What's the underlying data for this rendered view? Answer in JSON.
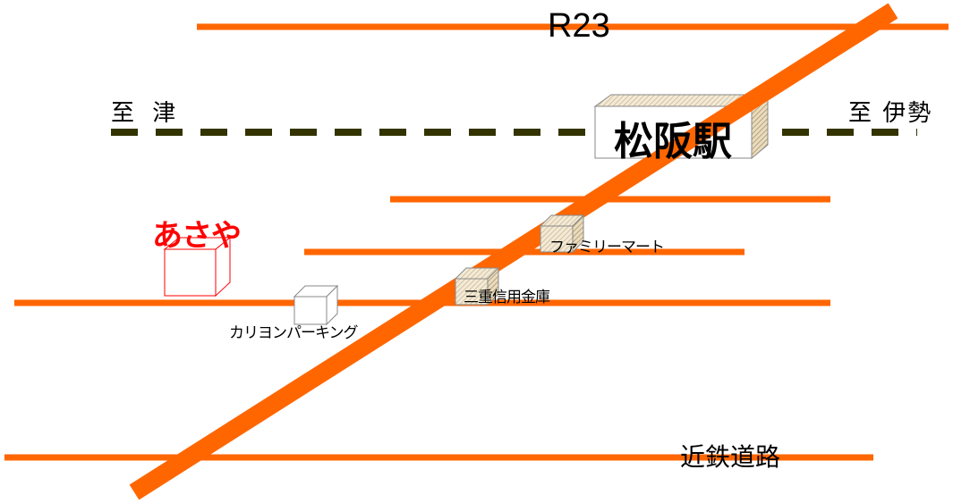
{
  "map": {
    "colors": {
      "road": "#ff6600",
      "railway": "#333300",
      "highlight": "#ff0000"
    },
    "roads": {
      "r23": "R23",
      "kintetsu_road": "近鉄道路"
    },
    "railway": {
      "to_west": "至 津",
      "to_east": "至 伊勢"
    },
    "station": {
      "name": "松阪駅"
    },
    "destination": {
      "name": "あさや"
    },
    "landmarks": {
      "family_mart": "ファミリーマート",
      "bank": "三重信用金庫",
      "parking": "カリヨンパーキング"
    },
    "icons": {
      "station": "building-box-icon",
      "destination": "building-box-icon",
      "landmark": "building-box-icon"
    }
  }
}
